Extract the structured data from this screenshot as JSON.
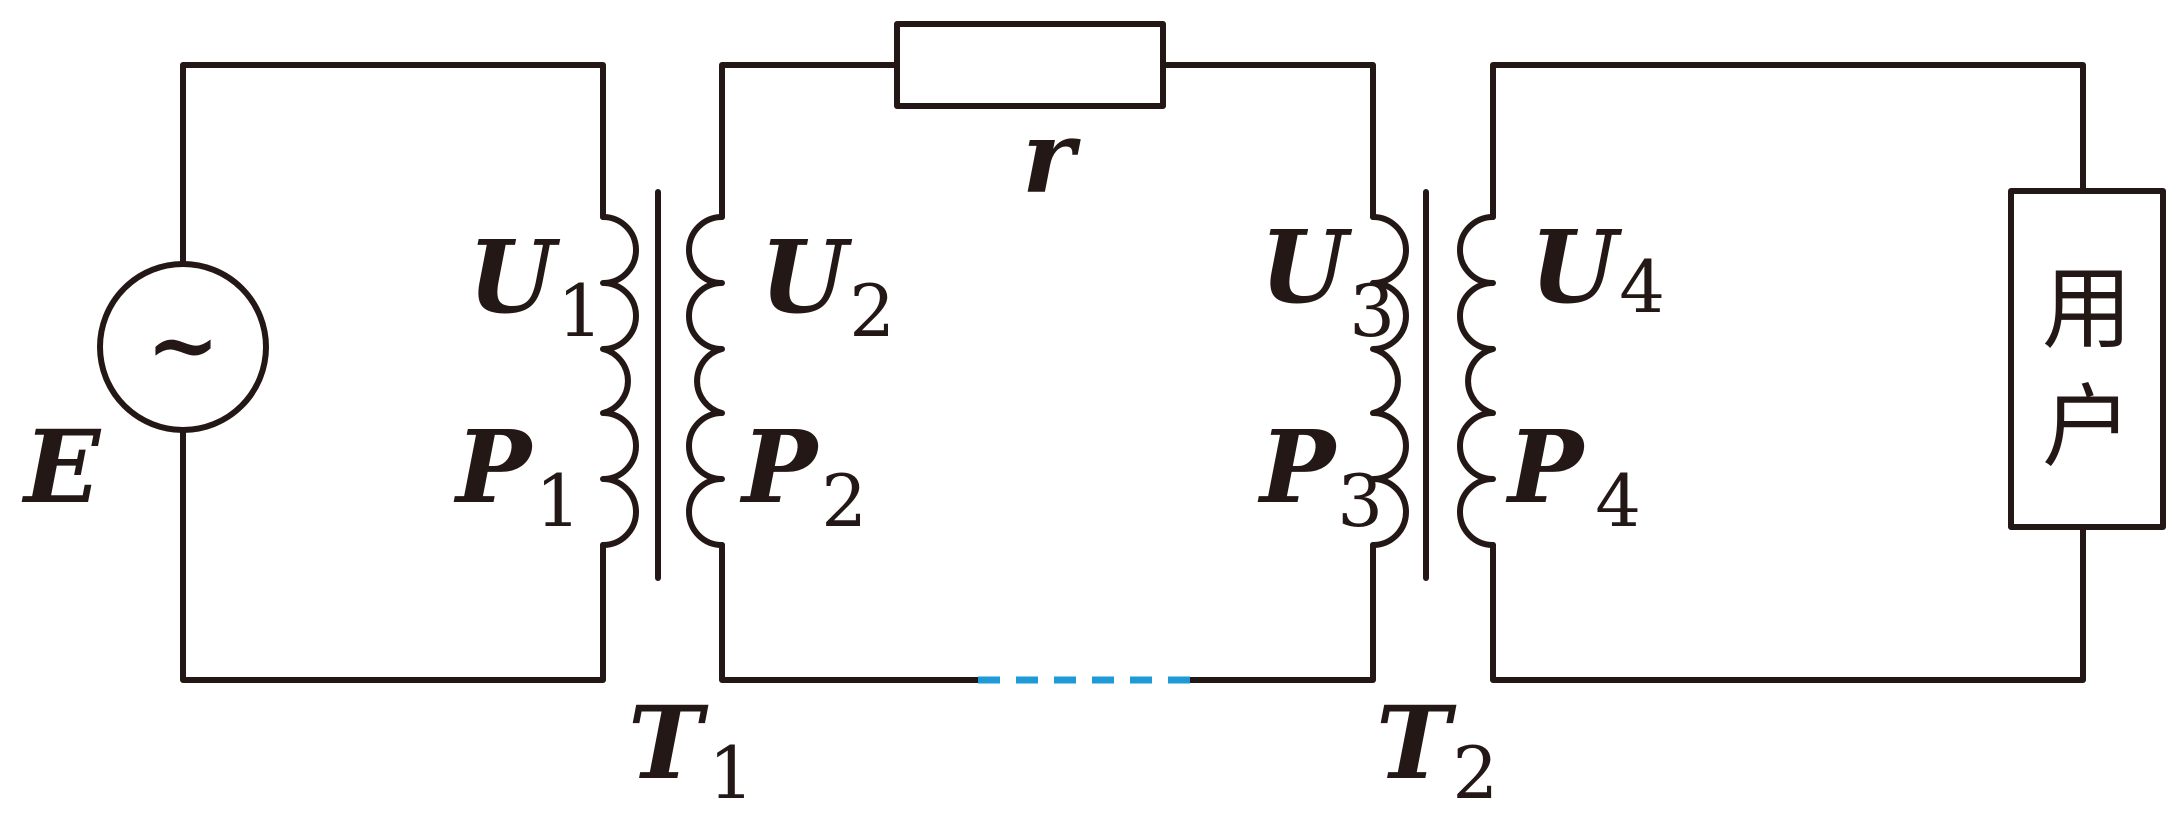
{
  "colors": {
    "wire": "#231815",
    "fill": "#f8f4b6",
    "dash": "#1e9ad6",
    "text": "#231815"
  },
  "labels": {
    "source": "E",
    "source_symbol": "~",
    "resistor": "r",
    "load": [
      "用",
      "户"
    ],
    "t1": {
      "main": "T",
      "sub": "1"
    },
    "t2": {
      "main": "T",
      "sub": "2"
    },
    "u1": {
      "main": "U",
      "sub": "1"
    },
    "u2": {
      "main": "U",
      "sub": "2"
    },
    "u3": {
      "main": "U",
      "sub": "3"
    },
    "u4": {
      "main": "U",
      "sub": "4"
    },
    "p1": {
      "main": "P",
      "sub": "1"
    },
    "p2": {
      "main": "P",
      "sub": "2"
    },
    "p3": {
      "main": "P",
      "sub": "3"
    },
    "p4": {
      "main": "P",
      "sub": "4"
    }
  }
}
